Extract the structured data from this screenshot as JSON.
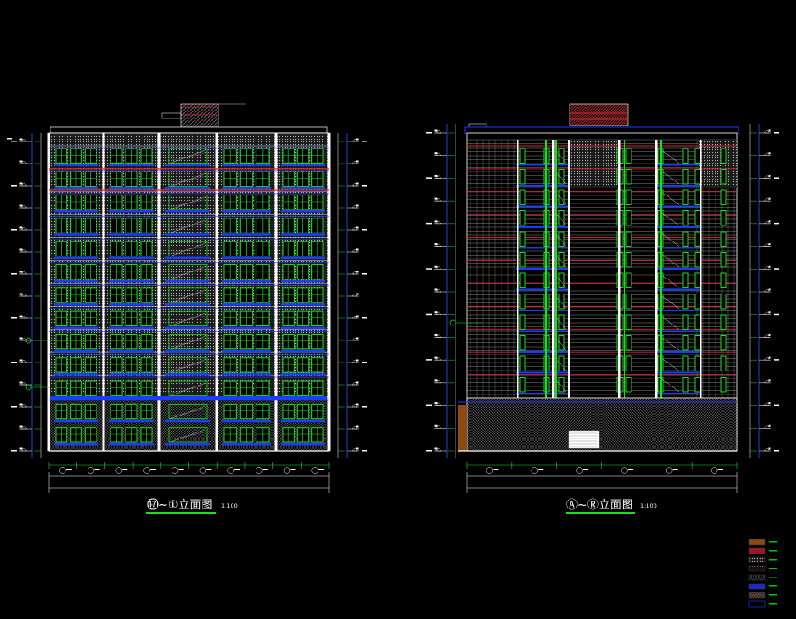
{
  "colors": {
    "background": "#000000",
    "wall": "#f0f0f0",
    "window": "#19e019",
    "frame": "#1a3dff",
    "floorline": "#e0203a",
    "levelmark": "#1e5bff",
    "dimension": "#19e019",
    "hatch": "#9a9a9a",
    "roof": "#8f2020",
    "legend_title": "#00c800"
  },
  "drawings": [
    {
      "id": "left",
      "title": "⑰~①立面图",
      "scale": "1:100",
      "title_left_symbol": "⑰",
      "title_right_symbol": "①"
    },
    {
      "id": "right",
      "title": "Ⓐ~Ⓡ立面图",
      "scale": "1:100",
      "title_left_symbol": "Ⓐ",
      "title_right_symbol": "Ⓡ"
    }
  ],
  "legend": [
    {
      "color": "#8a4a10",
      "pattern": "solid"
    },
    {
      "color": "#a01828",
      "pattern": "solid"
    },
    {
      "color": "#b0b0b0",
      "pattern": "hatch"
    },
    {
      "color": "#c03060",
      "pattern": "dots"
    },
    {
      "color": "#909090",
      "pattern": "cross"
    },
    {
      "color": "#1a2ad0",
      "pattern": "solid"
    },
    {
      "color": "#9a8070",
      "pattern": "hatch"
    },
    {
      "color": "#1a3dff",
      "pattern": "outline"
    }
  ]
}
